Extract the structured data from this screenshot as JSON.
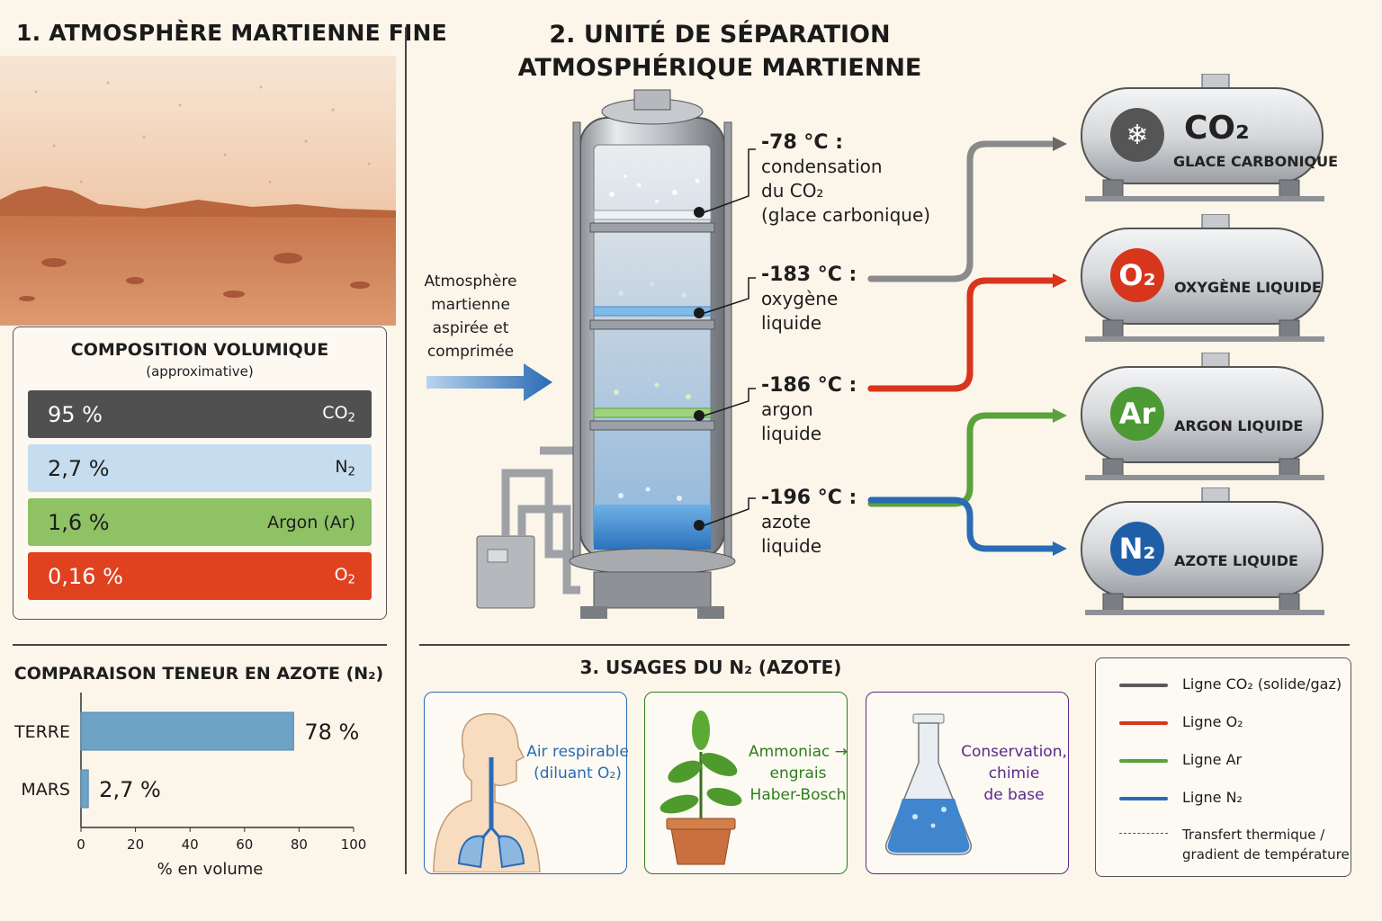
{
  "section1": {
    "title": "1. ATMOSPHÈRE MARTIENNE FINE"
  },
  "composition": {
    "title": "COMPOSITION VOLUMIQUE",
    "subtitle": "(approximative)",
    "rows": [
      {
        "value": "95 %",
        "gas": "CO2",
        "fraction": 0.95,
        "color": "#505050",
        "text_color": "#ffffff"
      },
      {
        "value": "2,7 %",
        "gas": "N2",
        "fraction": 0.027,
        "color": "#c5ddef",
        "text_color": "#1e1e1e"
      },
      {
        "value": "1,6 %",
        "gas": "Argon (Ar)",
        "fraction": 0.016,
        "color": "#8fc165",
        "text_color": "#1e1e1e"
      },
      {
        "value": "0,16 %",
        "gas": "O2",
        "fraction": 0.0016,
        "color": "#e0411f",
        "text_color": "#ffffff"
      }
    ]
  },
  "chart_data": {
    "type": "bar",
    "orientation": "horizontal",
    "title": "COMPARAISON TENEUR EN AZOTE (N₂)",
    "categories": [
      "TERRE",
      "MARS"
    ],
    "values": [
      78,
      2.7
    ],
    "value_labels": [
      "78 %",
      "2,7 %"
    ],
    "xlabel": "% en volume",
    "xlim": [
      0,
      100
    ],
    "xticks": [
      "0",
      "20",
      "40",
      "60",
      "80",
      "100"
    ],
    "bar_color": "#6ea3c8"
  },
  "section2": {
    "title_line1": "2. UNITÉ DE SÉPARATION",
    "title_line2": "ATMOSPHÉRIQUE MARTIENNE",
    "inlet_label": "Atmosphère martienne aspirée et comprimée",
    "stages": [
      {
        "temp": "-78 °C :",
        "l1": "condensation",
        "l2": "du CO₂",
        "l3": "(glace carbonique)"
      },
      {
        "temp": "-183 °C :",
        "l1": "oxygène",
        "l2": "liquide",
        "l3": ""
      },
      {
        "temp": "-186 °C :",
        "l1": "argon",
        "l2": "liquide",
        "l3": ""
      },
      {
        "temp": "-196 °C :",
        "l1": "azote",
        "l2": "liquide",
        "l3": ""
      }
    ],
    "tanks": [
      {
        "badge": "CO₂",
        "label": "GLACE CARBONIQUE",
        "color": "#505050"
      },
      {
        "badge": "O₂",
        "label": "OXYGÈNE LIQUIDE",
        "color": "#d8351d"
      },
      {
        "badge": "Ar",
        "label": "ARGON LIQUIDE",
        "color": "#4c9a33"
      },
      {
        "badge": "N₂",
        "label": "AZOTE LIQUIDE",
        "color": "#1f5fa8"
      }
    ],
    "pipe_colors": {
      "co2": "#8a8a8a",
      "o2": "#d8351d",
      "ar": "#5aa23c",
      "n2": "#2a6bb5"
    }
  },
  "section3": {
    "title": "3. USAGES DU N₂ (AZOTE)",
    "cards": [
      {
        "l1": "Air respirable",
        "l2": "(diluant O₂)",
        "l3": "",
        "color": "#2a6bb5"
      },
      {
        "l1": "Ammoniac →",
        "l2": "engrais",
        "l3": "Haber-Bosch",
        "color": "#2e7d1e"
      },
      {
        "l1": "Conservation,",
        "l2": "chimie",
        "l3": "de base",
        "color": "#5a2a8a"
      }
    ]
  },
  "legend": {
    "items": [
      {
        "label": "Ligne CO₂ (solide/gaz)",
        "color": "#5a5a5a"
      },
      {
        "label": "Ligne O₂",
        "color": "#d8351d"
      },
      {
        "label": "Ligne Ar",
        "color": "#5aa23c"
      },
      {
        "label": "Ligne N₂",
        "color": "#2a6bb5"
      }
    ],
    "dashed_l1": "Transfert thermique /",
    "dashed_l2": "gradient de température"
  }
}
